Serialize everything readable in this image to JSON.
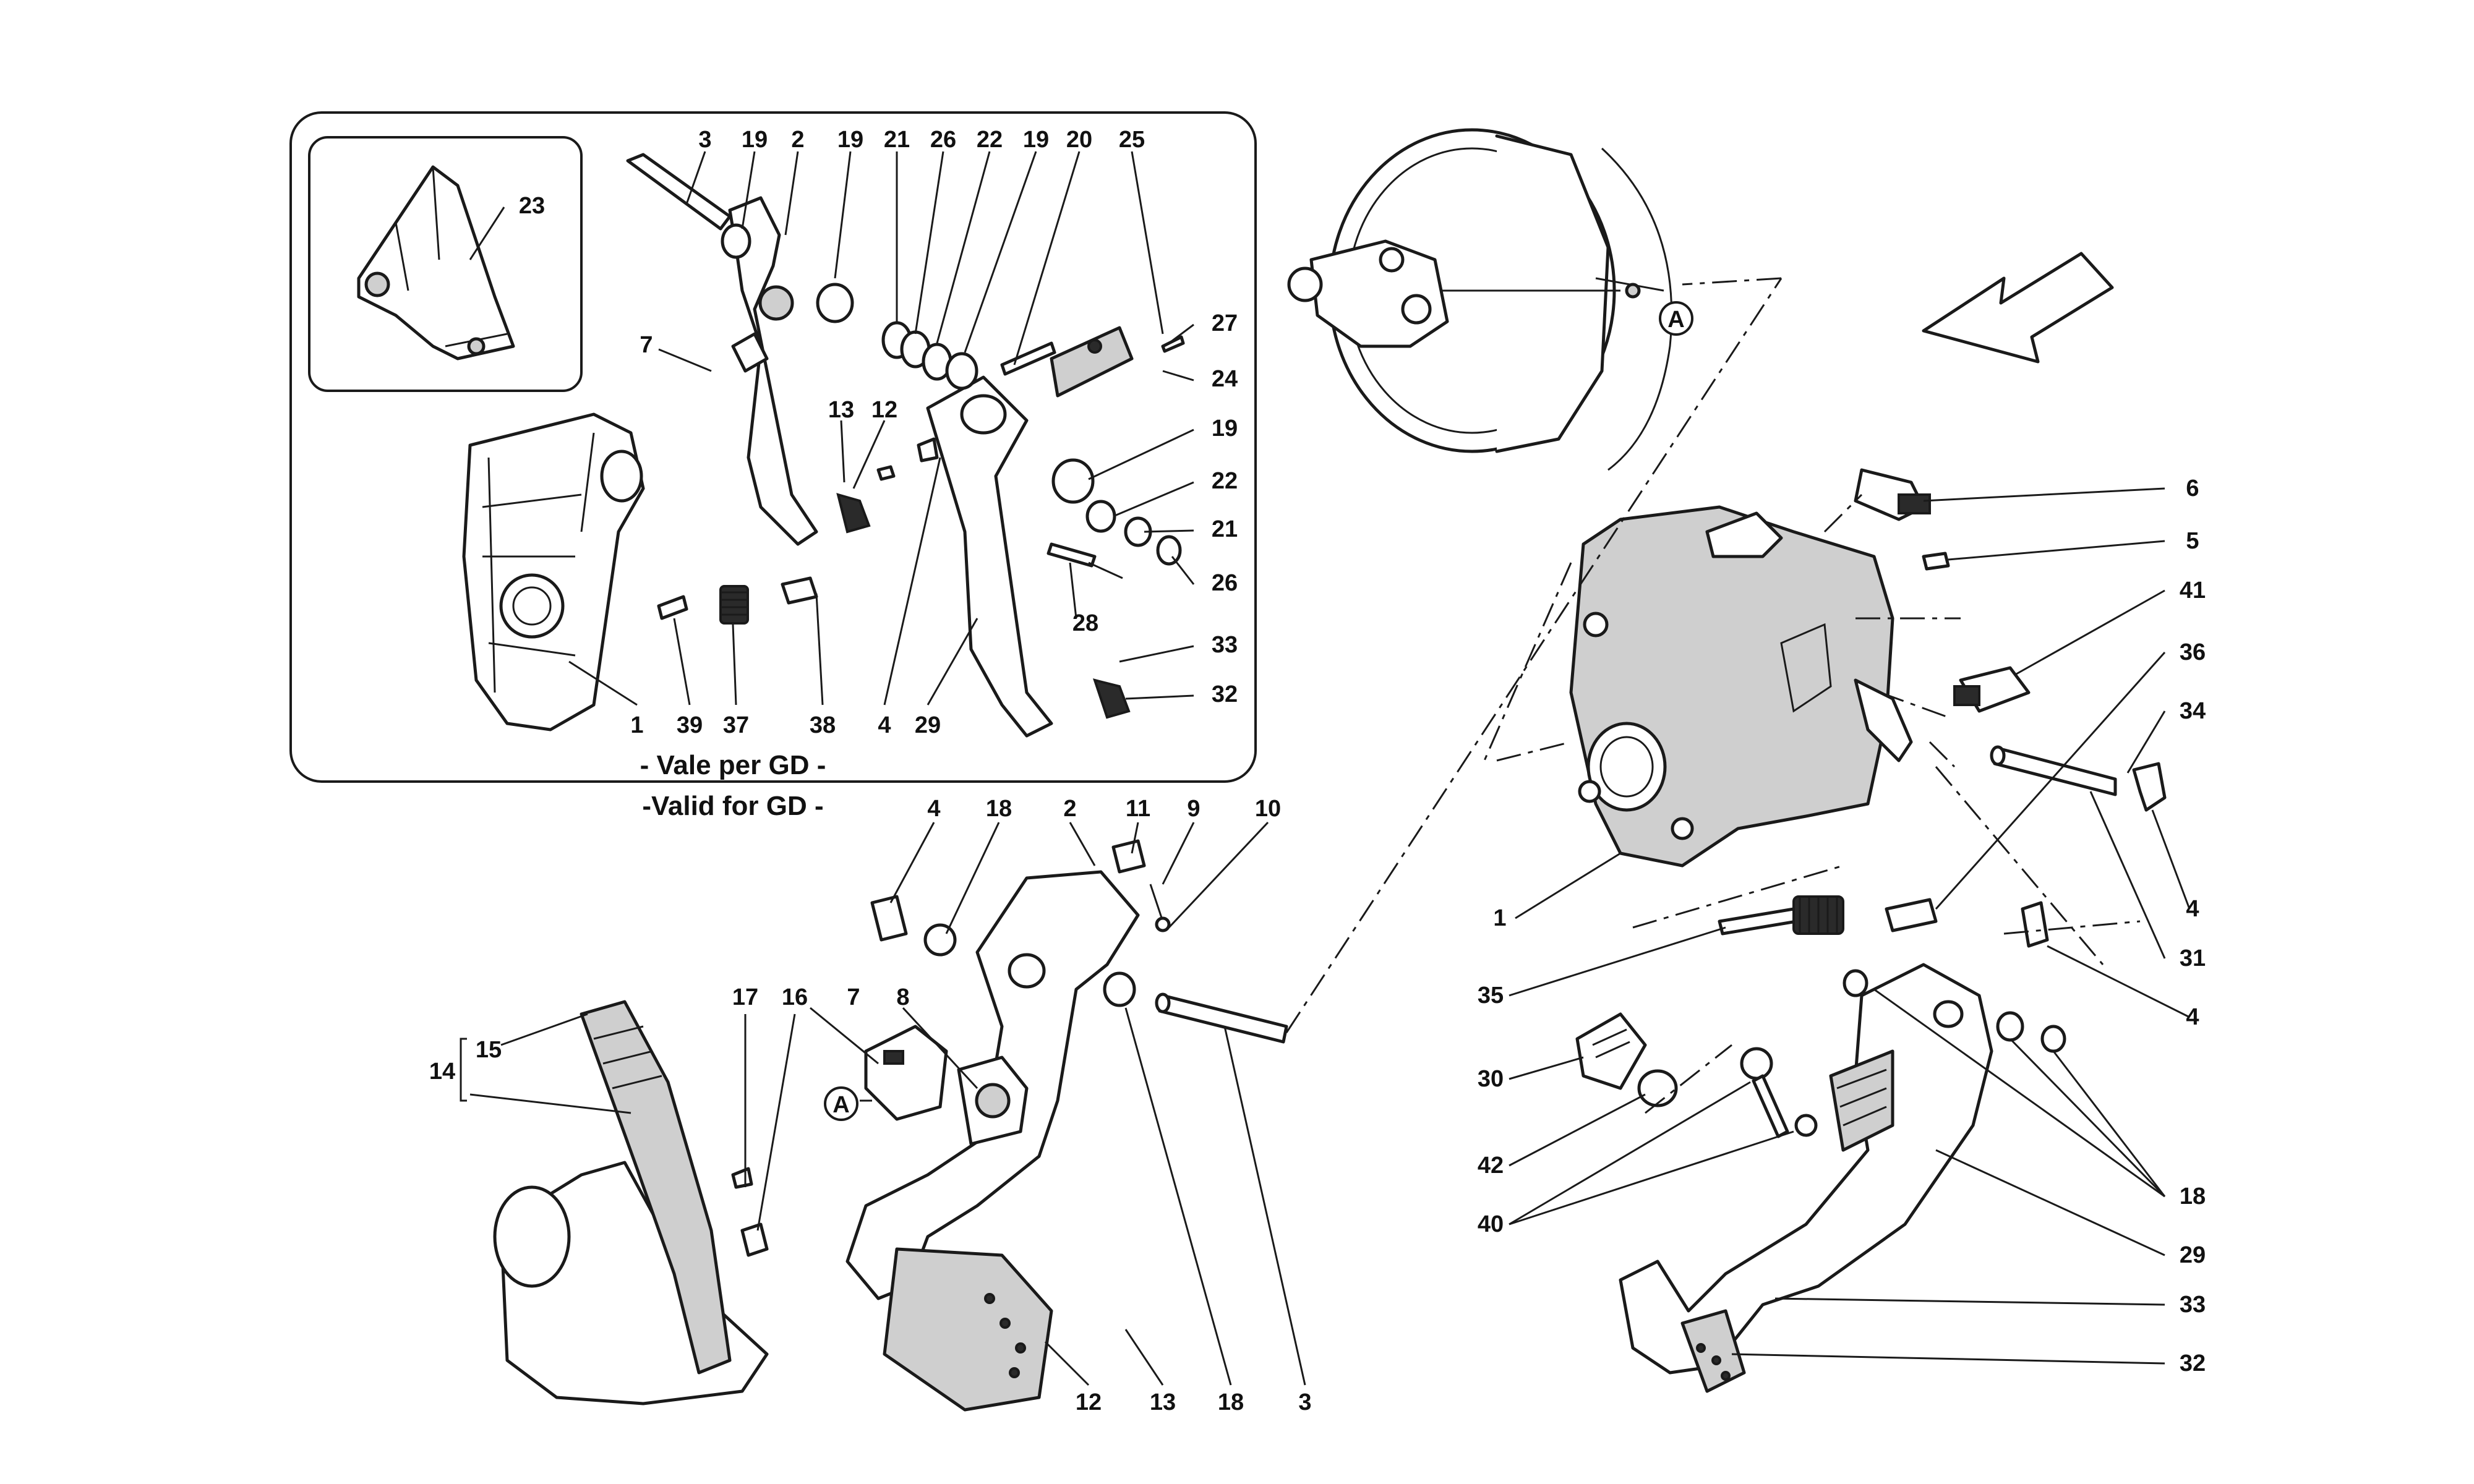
{
  "captions": {
    "vale_per_gd": "- Vale per GD -",
    "valid_for_gd": "-Valid for GD -"
  },
  "reference_marks": [
    "A",
    "A"
  ],
  "callouts": {
    "inset_top": [
      "3",
      "19",
      "2",
      "19",
      "21",
      "26",
      "22",
      "19",
      "20",
      "25"
    ],
    "inset_23": "23",
    "inset_7": "7",
    "inset_27": "27",
    "inset_24": "24",
    "inset_13": "13",
    "inset_12": "12",
    "inset_19b": "19",
    "inset_22b": "22",
    "inset_21b": "21",
    "inset_26b": "26",
    "inset_28": "28",
    "inset_4": "4",
    "inset_33": "33",
    "inset_32": "32",
    "inset_bottom": [
      "1",
      "39",
      "37",
      "38",
      "4",
      "29"
    ],
    "mid_top": [
      "4",
      "18",
      "2",
      "11",
      "9",
      "10"
    ],
    "mid_15": "15",
    "mid_14": "14",
    "mid_17": "17",
    "mid_16": "16",
    "mid_7": "7",
    "mid_8": "8",
    "mid_bottom": [
      "12",
      "13",
      "18",
      "3"
    ],
    "right_6": "6",
    "right_5": "5",
    "right_41": "41",
    "right_36": "36",
    "right_34": "34",
    "right_1": "1",
    "right_4a": "4",
    "right_31": "31",
    "right_4b": "4",
    "right_35": "35",
    "right_30": "30",
    "right_42": "42",
    "right_40": "40",
    "right_18": "18",
    "right_29": "29",
    "right_33": "33",
    "right_32": "32"
  }
}
